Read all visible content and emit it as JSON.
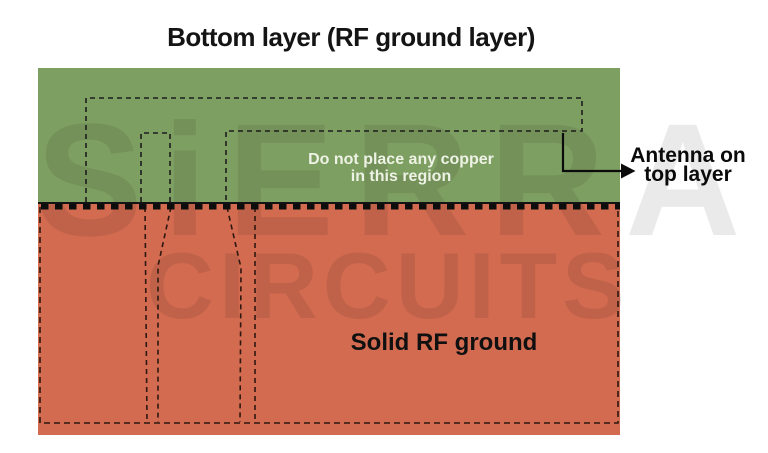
{
  "title": "Bottom layer (RF ground layer)",
  "regions": {
    "keepout": {
      "note_line1": "Do not place any copper",
      "note_line2": "in this region",
      "color": "#7E9F62"
    },
    "ground": {
      "label": "Solid RF ground",
      "color": "#D26B50"
    }
  },
  "annotation": {
    "line1": "Antenna on",
    "line2": "top layer"
  },
  "watermark": {
    "line1": "SiERRA",
    "line2": "CIRCUITS"
  },
  "colors": {
    "outline_dark": "#1F1A16",
    "boundary_black": "#0D0D0D",
    "note_text": "#EDF2E4"
  }
}
